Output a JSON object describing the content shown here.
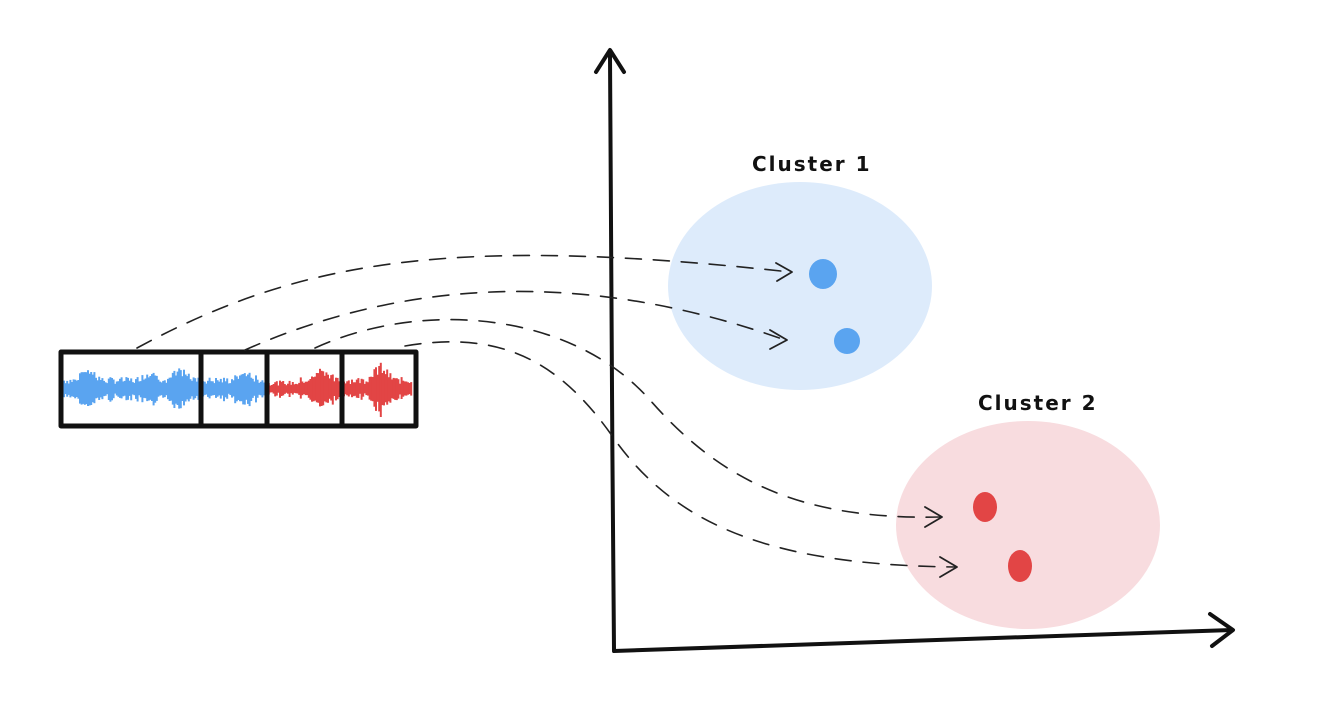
{
  "clusters": [
    {
      "label": "Cluster 1",
      "color": "#5aa4f0",
      "bg_color": "#ddebfb"
    },
    {
      "label": "Cluster 2",
      "color": "#e24545",
      "bg_color": "#f8dcdf"
    }
  ],
  "waveform": {
    "segment_count": 4,
    "colors": {
      "blue": "#5aa4f0",
      "red": "#e24545"
    }
  }
}
